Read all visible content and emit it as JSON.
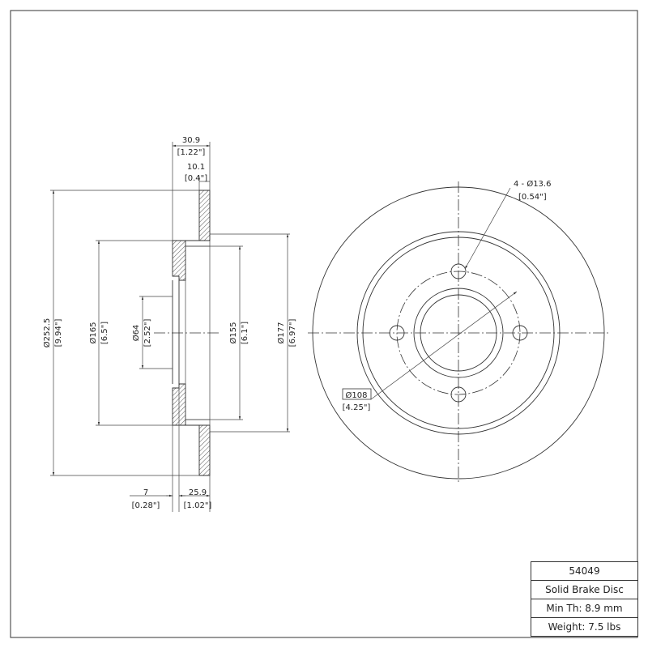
{
  "side_view": {
    "overall_width": {
      "mm": "30.9",
      "in": "[1.22\"]"
    },
    "rotor_thickness": {
      "mm": "10.1",
      "in": "[0.4\"]"
    },
    "outer_diameter": {
      "mm": "Ø252.5",
      "in": "[9.94\"]"
    },
    "hub_diameter": {
      "mm": "Ø165",
      "in": "[6.5\"]"
    },
    "center_bore": {
      "mm": "Ø64",
      "in": "[2.52\"]"
    },
    "inner_diameter": {
      "mm": "Ø155",
      "in": "[6.1\"]"
    },
    "hat_diameter": {
      "mm": "Ø177",
      "in": "[6.97\"]"
    },
    "hub_thickness": {
      "mm": "7",
      "in": "[0.28\"]"
    },
    "hat_height": {
      "mm": "25.9",
      "in": "[1.02\"]"
    }
  },
  "front_view": {
    "bolt_holes": {
      "mm": "4 - Ø13.6",
      "in": "[0.54\"]"
    },
    "bolt_circle": {
      "mm": "Ø108",
      "in": "[4.25\"]"
    }
  },
  "title_block": {
    "part_number": "54049",
    "description": "Solid Brake Disc",
    "min_thickness": "Min Th: 8.9 mm",
    "weight": "Weight: 7.5 lbs"
  }
}
